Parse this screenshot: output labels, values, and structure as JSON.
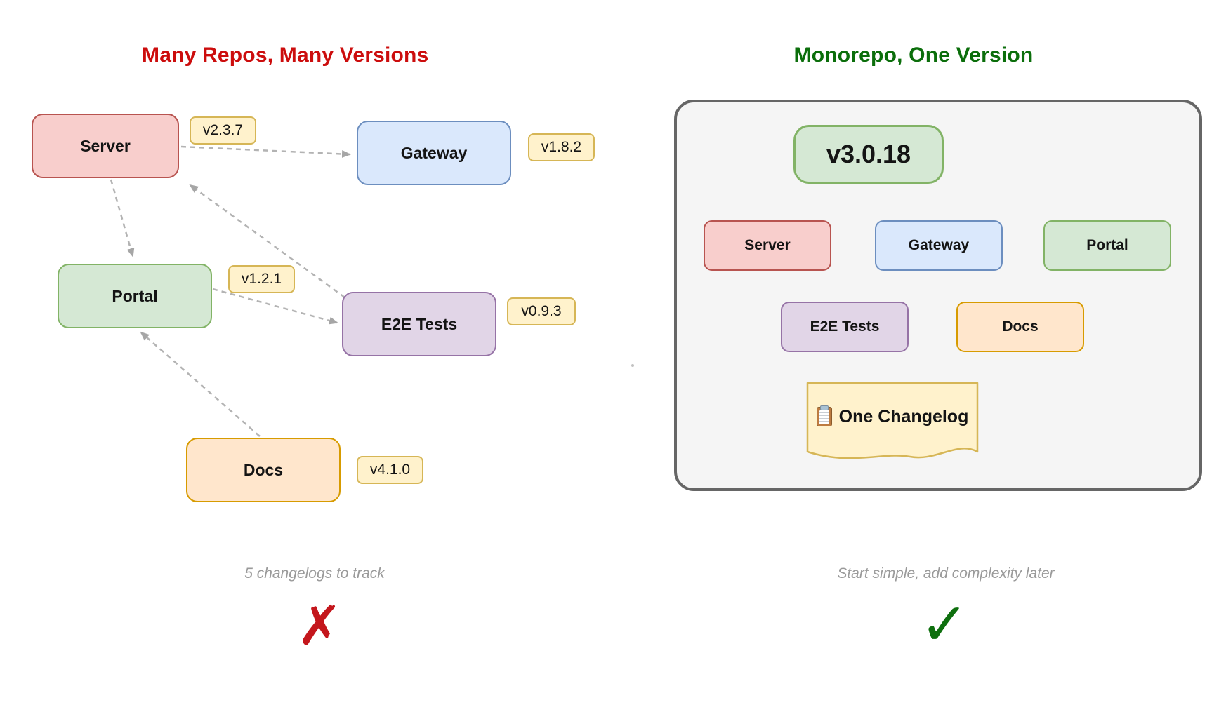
{
  "left_panel": {
    "title": "Many Repos, Many Versions",
    "nodes": [
      {
        "label": "Server",
        "version": "v2.3.7"
      },
      {
        "label": "Gateway",
        "version": "v1.8.2"
      },
      {
        "label": "Portal",
        "version": "v1.2.1"
      },
      {
        "label": "E2E Tests",
        "version": "v0.9.3"
      },
      {
        "label": "Docs",
        "version": "v4.1.0"
      }
    ],
    "dependencies": [
      {
        "from": "Server",
        "to": "Gateway"
      },
      {
        "from": "Server",
        "to": "Portal"
      },
      {
        "from": "E2E Tests",
        "to": "Server"
      },
      {
        "from": "Portal",
        "to": "E2E Tests"
      },
      {
        "from": "Docs",
        "to": "Portal"
      }
    ],
    "caption": "5 changelogs to track",
    "verdict": {
      "icon": "cross-mark-icon",
      "glyph": "✗",
      "color": "#c4161c"
    }
  },
  "right_panel": {
    "title": "Monorepo, One Version",
    "unified_version": "v3.0.18",
    "nodes": [
      "Server",
      "Gateway",
      "Portal",
      "E2E Tests",
      "Docs"
    ],
    "changelog_note": {
      "icon": "clipboard-icon",
      "label": "One Changelog"
    },
    "caption": "Start simple, add complexity later",
    "verdict": {
      "icon": "check-mark-icon",
      "glyph": "✓",
      "color": "#0e6f0e"
    }
  },
  "palette": {
    "red_fill": "#F8CECC",
    "red_stroke": "#B85450",
    "blue_fill": "#DAE8FC",
    "blue_stroke": "#6C8EBF",
    "green_fill": "#D5E8D4",
    "green_stroke": "#82B366",
    "purple_fill": "#E1D5E7",
    "purple_stroke": "#9673A6",
    "orange_fill": "#FFE6CC",
    "orange_stroke": "#D79B00",
    "badge_fill": "#FFF2CC",
    "badge_stroke": "#D6B656",
    "container_fill": "#F5F5F5",
    "container_stroke": "#666666",
    "left_title_color": "#cc0d0d",
    "right_title_color": "#0b6e0b",
    "arrow_color": "#b3b3b3",
    "caption_color": "#9a9a9a"
  }
}
